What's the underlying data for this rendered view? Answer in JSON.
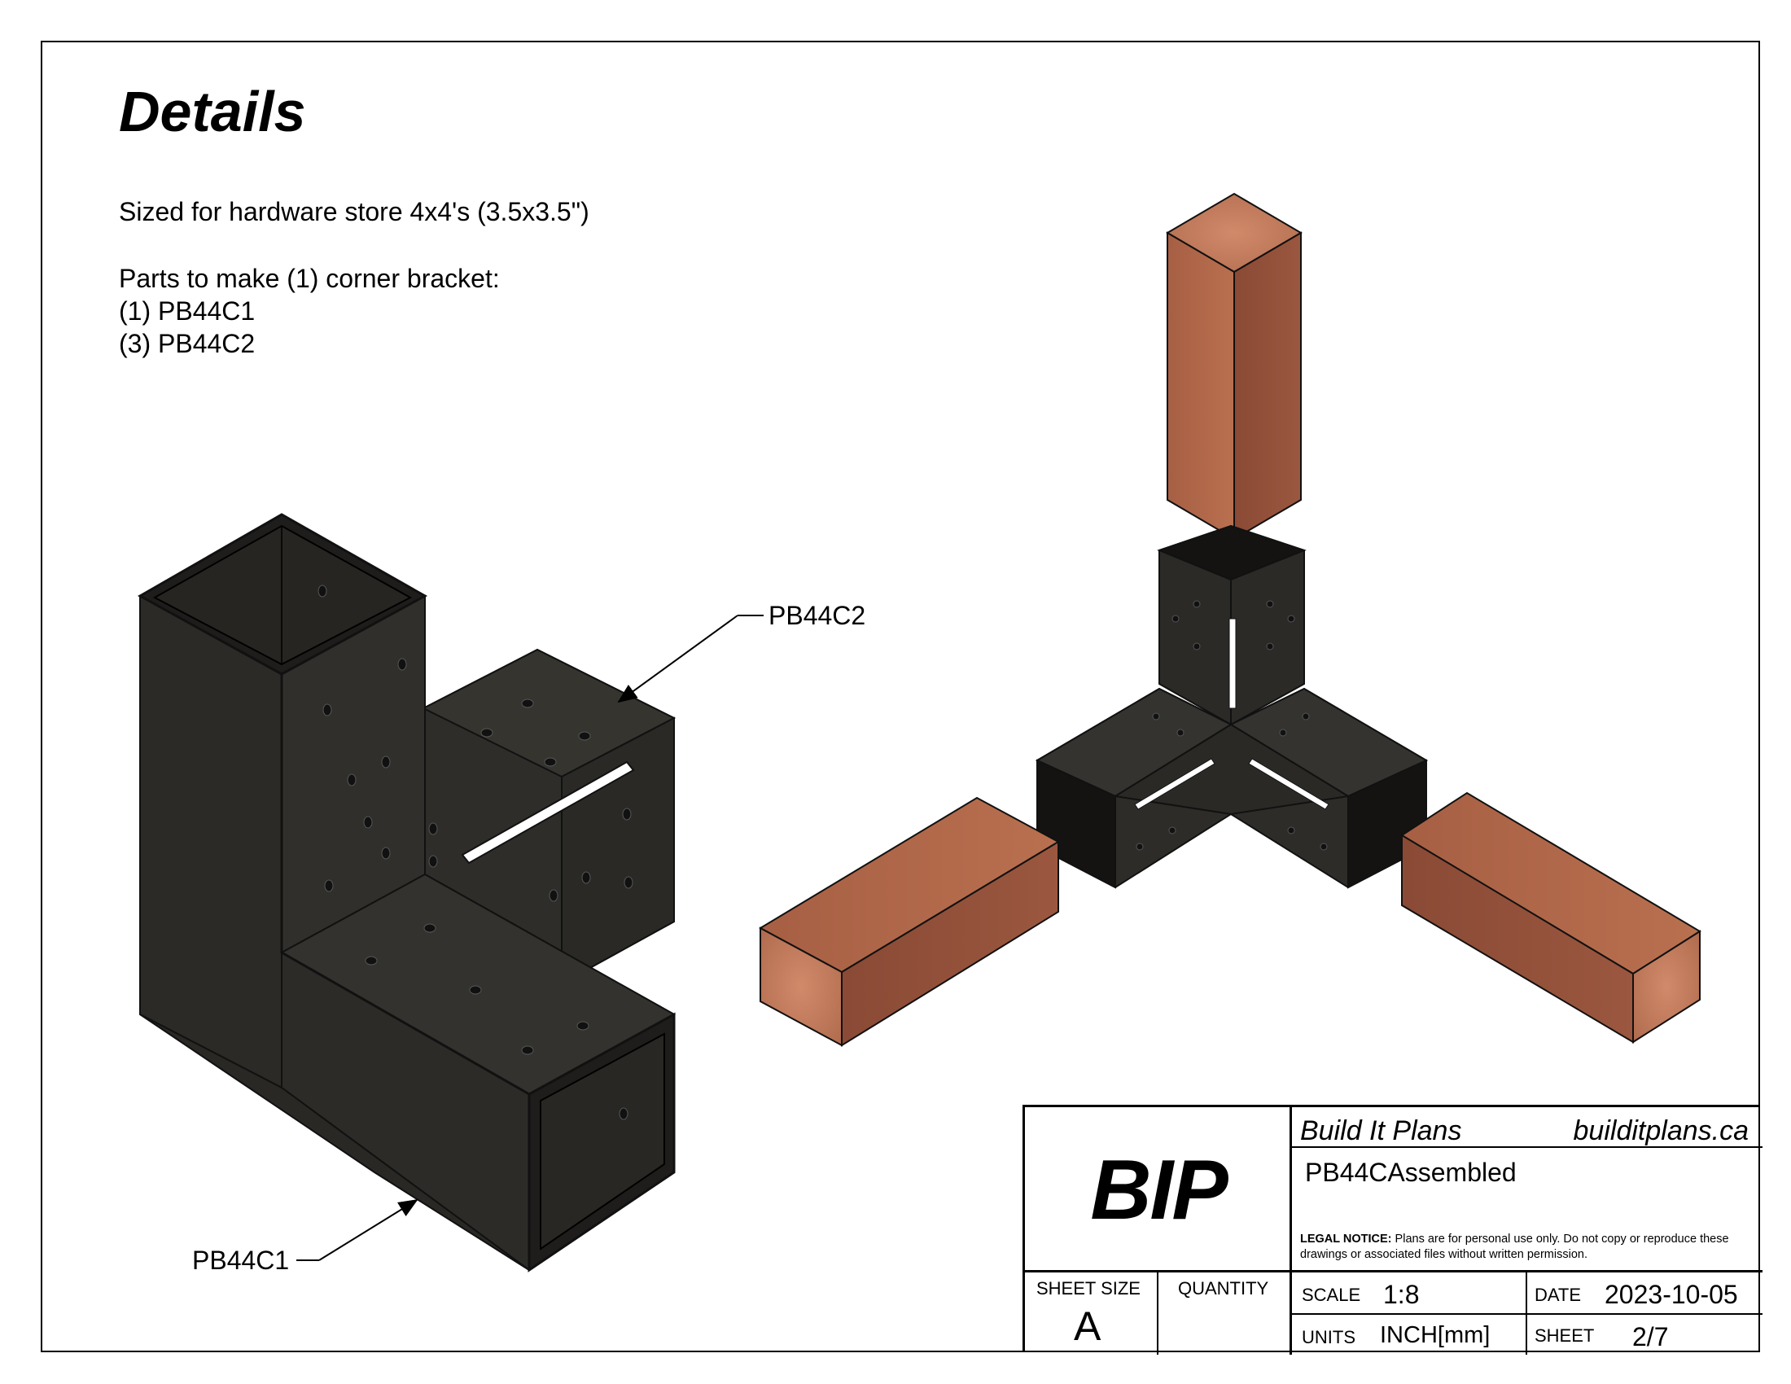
{
  "heading": "Details",
  "description": {
    "sizing": "Sized for hardware store 4x4's (3.5x3.5\")",
    "parts_intro": "Parts to make (1) corner bracket:",
    "parts": [
      "(1) PB44C1",
      "(3) PB44C2"
    ]
  },
  "callouts": {
    "upper": "PB44C2",
    "lower": "PB44C1"
  },
  "title_block": {
    "logo": "BIP",
    "company": "Build It Plans",
    "website": "builditplans.ca",
    "part_name": "PB44CAssembled",
    "legal_label": "LEGAL NOTICE:",
    "legal_text": "Plans are for personal use only. Do not copy or reproduce these drawings or associated files without written permission.",
    "sheet_size_label": "SHEET SIZE",
    "sheet_size": "A",
    "quantity_label": "QUANTITY",
    "quantity": "",
    "scale_label": "SCALE",
    "scale": "1:8",
    "date_label": "DATE",
    "date": "2023-10-05",
    "units_label": "UNITS",
    "units": "INCH[mm]",
    "sheet_label": "SHEET",
    "sheet": "2/7"
  },
  "colors": {
    "steel": "#2b2a27",
    "steel_light": "#3a3935",
    "steel_dark": "#1d1c1a",
    "wood_face": "#b0664a",
    "wood_side": "#8f4f3a",
    "wood_end": "#c07a5c"
  }
}
